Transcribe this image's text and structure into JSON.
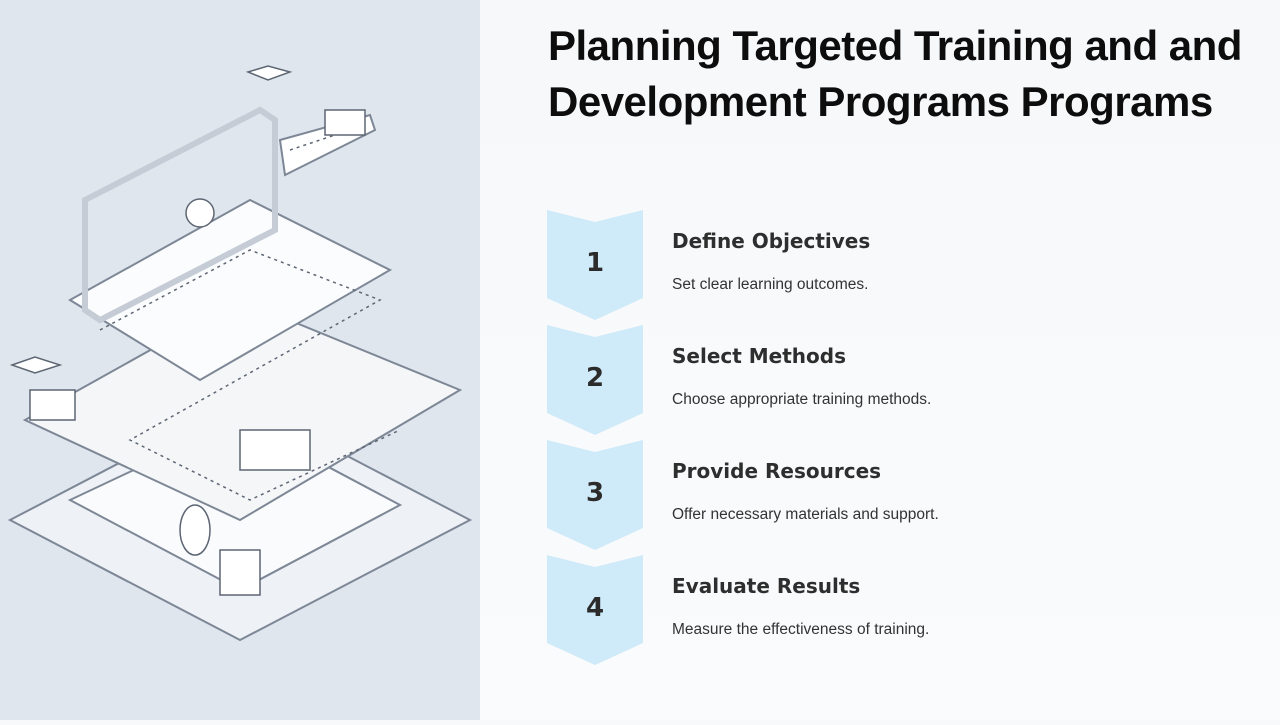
{
  "title": "Planning Targeted Training and and Development Programs Programs",
  "steps": [
    {
      "number": "1",
      "heading": "Define Objectives",
      "description": "Set clear learning outcomes."
    },
    {
      "number": "2",
      "heading": "Select Methods",
      "description": "Choose appropriate training methods."
    },
    {
      "number": "3",
      "heading": "Provide Resources",
      "description": "Offer necessary materials and support."
    },
    {
      "number": "4",
      "heading": "Evaluate Results",
      "description": "Measure the effectiveness of training."
    }
  ],
  "colors": {
    "chevron": "#cfeaf8",
    "panel": "#dfe6ee"
  }
}
